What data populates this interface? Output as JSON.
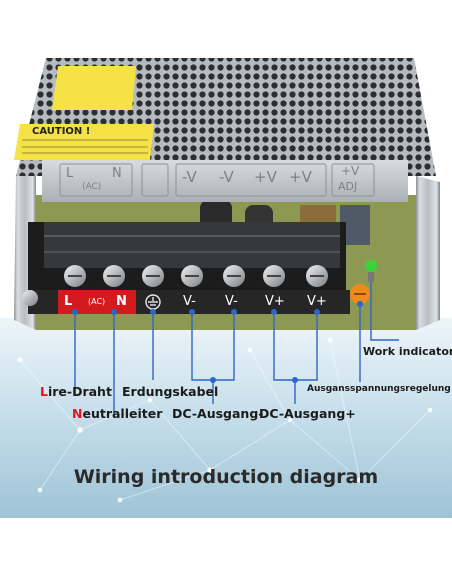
{
  "device": {
    "caution_label": "CAUTION !",
    "cover_labels": [
      "L",
      "(AC)",
      "N",
      "-V",
      "-V",
      "+V",
      "+V",
      "+V",
      "ADJ"
    ],
    "strip_labels": [
      "L",
      "(AC)",
      "N",
      "V-",
      "V-",
      "V+",
      "V+"
    ]
  },
  "labels": {
    "live_initial": "L",
    "live_rest": "ire-Draht",
    "neutral_initial": "N",
    "neutral_rest": "eutralleiter",
    "ground": "Erdungskabel",
    "dc_minus": "DC-Ausgang-",
    "dc_plus": "DC-Ausgang+",
    "work_indicator": "Work indicator",
    "voltage_adjust": "Ausgansspannungsregelung",
    "title": "Wiring introduction diagram"
  },
  "colors": {
    "accent_red": "#e0141c",
    "line_blue": "#2d66c8",
    "text_dark": "#1b1b1b",
    "led_green": "#3bd23b",
    "knob_orange": "#f08a1c"
  }
}
